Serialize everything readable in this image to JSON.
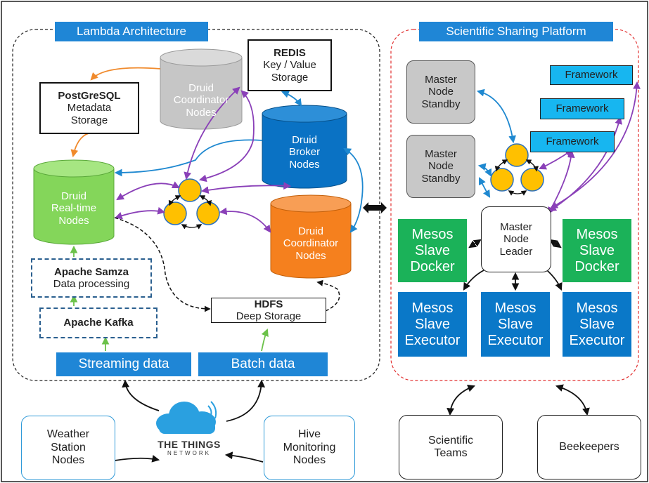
{
  "lambda": {
    "title": "Lambda Architecture",
    "redis": {
      "name": "REDIS",
      "lines": [
        "Key / Value",
        "Storage"
      ]
    },
    "postgres": {
      "name": "PostGreSQL",
      "lines": [
        "Metadata",
        "Storage"
      ]
    },
    "druid_coord_grey": [
      "Druid",
      "Coordinator",
      "Nodes"
    ],
    "druid_broker": [
      "Druid",
      "Broker",
      "Nodes"
    ],
    "druid_realtime": [
      "Druid",
      "Real-time",
      "Nodes"
    ],
    "druid_coord_orange": [
      "Druid",
      "Coordinator",
      "Nodes"
    ],
    "samza": {
      "name": "Apache Samza",
      "desc": "Data processing"
    },
    "kafka": "Apache Kafka",
    "hdfs": {
      "name": "HDFS",
      "desc": "Deep Storage"
    },
    "streaming": "Streaming data",
    "batch": "Batch data"
  },
  "platform": {
    "title": "Scientific Sharing Platform",
    "standby1": [
      "Master",
      "Node",
      "Standby"
    ],
    "standby2": [
      "Master",
      "Node",
      "Standby"
    ],
    "framework_label": "Framework",
    "leader": [
      "Master",
      "Node",
      "Leader"
    ],
    "docker_left": [
      "Mesos",
      "Slave",
      "Docker"
    ],
    "docker_right": [
      "Mesos",
      "Slave",
      "Docker"
    ],
    "executors": [
      [
        "Mesos",
        "Slave",
        "Executor"
      ],
      [
        "Mesos",
        "Slave",
        "Executor"
      ],
      [
        "Mesos",
        "Slave",
        "Executor"
      ]
    ]
  },
  "sources": {
    "weather": [
      "Weather",
      "Station",
      "Nodes"
    ],
    "hive": [
      "Hive",
      "Monitoring",
      "Nodes"
    ],
    "ttn": {
      "name": "THE THINGS",
      "sub": "NETWORK"
    }
  },
  "users": {
    "teams": [
      "Scientific",
      "Teams"
    ],
    "beekeepers": "Beekeepers"
  },
  "colors": {
    "banner": "#1f86d6",
    "grey_cyl": "#c6c6c6",
    "blue_cyl": "#0a72c4",
    "green_cyl": "#84d65a",
    "orange_cyl": "#f5801e",
    "zk_node": "#ffc000",
    "mesos_green": "#1bb259",
    "mesos_blue": "#0a78c8",
    "framework": "#17b6f0",
    "arrow_orange": "#f08a2c",
    "arrow_purple": "#8a40b8",
    "arrow_blue": "#1e88d0",
    "arrow_green": "#6cc24a"
  }
}
